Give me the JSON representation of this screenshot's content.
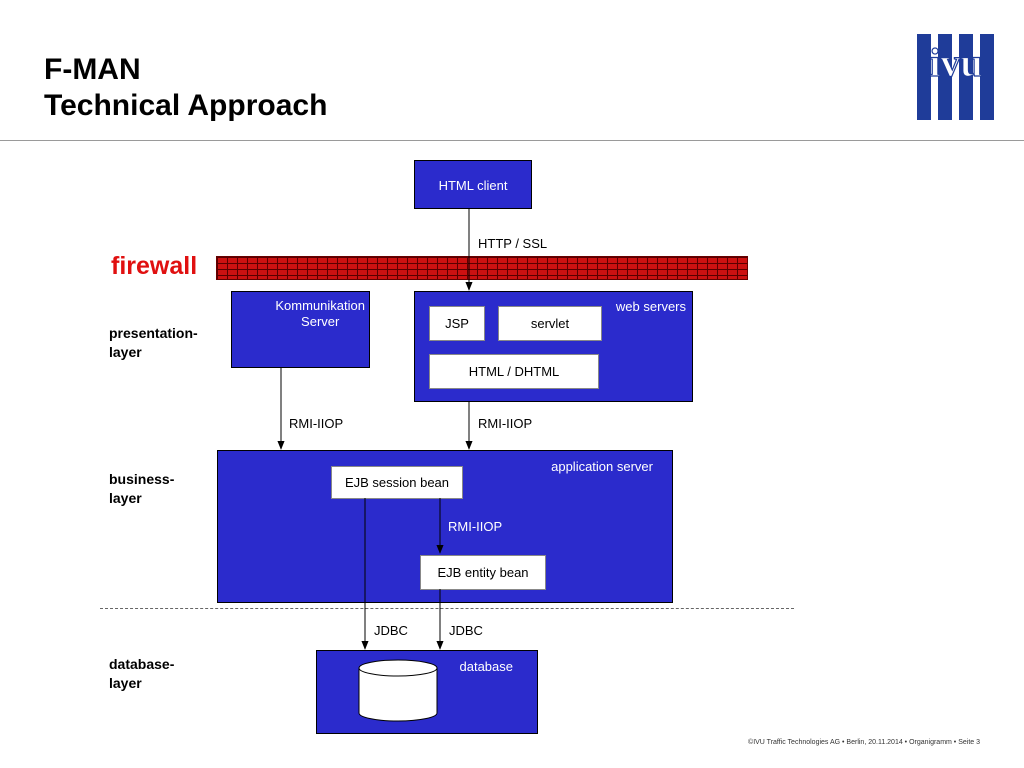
{
  "slide": {
    "title_line1": "F-MAN",
    "title_line2": "Technical Approach",
    "logo_text": "ivu"
  },
  "firewall": {
    "label": "firewall"
  },
  "layers": {
    "presentation": [
      "presentation-",
      "layer"
    ],
    "business": [
      "business-",
      "layer"
    ],
    "database": [
      "database-",
      "layer"
    ]
  },
  "boxes": {
    "html_client": "HTML client",
    "kommunikation": [
      "Kommunikation",
      "Server"
    ],
    "web_servers": "web servers",
    "jsp": "JSP",
    "servlet": "servlet",
    "html_dhtml": "HTML / DHTML",
    "application_server": "application server",
    "ejb_session_bean": "EJB session bean",
    "ejb_entity_bean": "EJB entity bean",
    "database": "database"
  },
  "protocols": {
    "http_ssl": "HTTP / SSL",
    "rmi_left": "RMI-IIOP",
    "rmi_right": "RMI-IIOP",
    "rmi_inner": "RMI-IIOP",
    "jdbc_left": "JDBC",
    "jdbc_right": "JDBC"
  },
  "footer": "©IVU Traffic Technologies AG • Berlin, 20.11.2014 • Organigramm • Seite 3",
  "colors": {
    "box_blue": "#2b2bcc",
    "firewall_red": "#cc1111",
    "label_red": "#e01010",
    "logo_blue": "#1f3c99"
  }
}
